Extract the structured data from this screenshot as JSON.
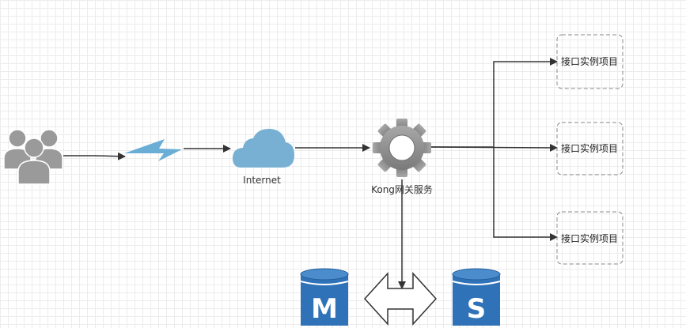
{
  "nodes": {
    "users": {
      "icon": "users-icon"
    },
    "link": {
      "icon": "lightning-link-icon"
    },
    "internet": {
      "icon": "cloud-icon",
      "label": "Internet"
    },
    "gateway": {
      "icon": "gear-icon",
      "label": "Kong网关服务"
    },
    "services": [
      {
        "label": "接口实例项目"
      },
      {
        "label": "接口实例项目"
      },
      {
        "label": "接口实例项目"
      }
    ],
    "db_m": {
      "icon": "database-icon",
      "letter": "M"
    },
    "db_s": {
      "icon": "database-icon",
      "letter": "S"
    },
    "sync": {
      "icon": "bidirectional-arrow-icon"
    }
  },
  "colors": {
    "arrow": "#333333",
    "users": "#9a9a9a",
    "link": "#6aaed6",
    "cloud": "#78b0d4",
    "gear": "#8c8c8c",
    "db": "#2f72b8",
    "box_border": "#8a8a8a"
  }
}
